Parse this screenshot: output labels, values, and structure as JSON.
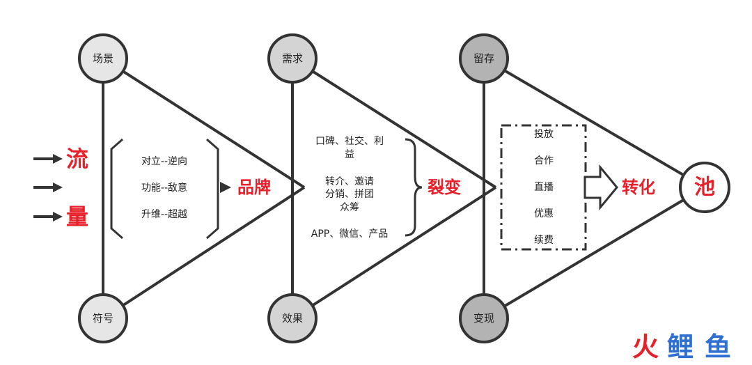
{
  "colors": {
    "accent_red": "#e8202a",
    "stroke": "#333333",
    "circle_light": "#e6e6e6",
    "circle_dark": "#b3b3b3",
    "watermark_red": "#e8202a",
    "watermark_blue": "#2f6fd1"
  },
  "left": {
    "top_char": "流",
    "bottom_char": "量"
  },
  "stage1": {
    "top_node": "场景",
    "bottom_node": "符号",
    "items": [
      "对立--逆向",
      "功能--敌意",
      "升维--超越"
    ],
    "result": "品牌"
  },
  "stage2": {
    "top_node": "需求",
    "bottom_node": "效果",
    "item1_line1": "口碑、社交、利",
    "item1_line2": "益",
    "item2_line1": "转介、邀请",
    "item2_line2": "分销、拼团",
    "item2_line3": "众筹",
    "item3": "APP、微信、产品",
    "result": "裂变"
  },
  "stage3": {
    "top_node": "留存",
    "bottom_node": "变现",
    "items": [
      "投放",
      "合作",
      "直播",
      "优惠",
      "续费"
    ],
    "result": "转化"
  },
  "end_node": "池",
  "watermark": {
    "char1": "火",
    "char2": "鲤",
    "char3": "鱼"
  }
}
